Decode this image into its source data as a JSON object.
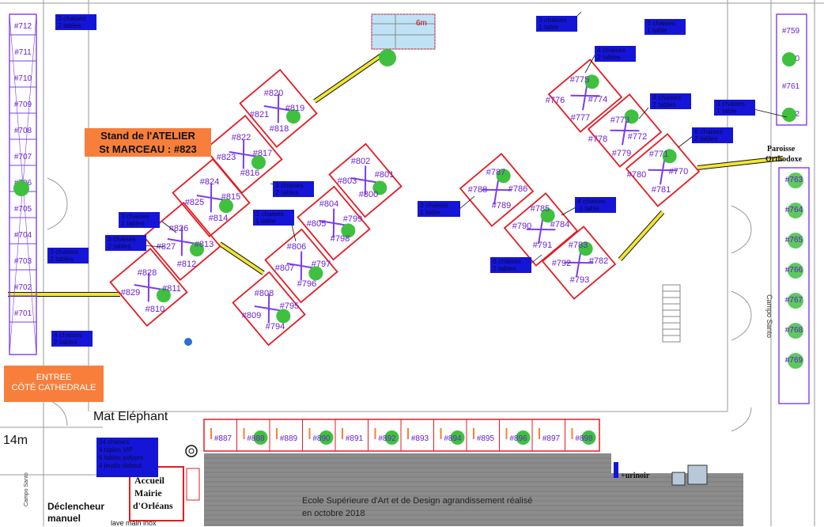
{
  "colors": {
    "stand_border": "#e41b23",
    "stand_number": "#6a1fd1",
    "note_box": "#1515d8",
    "orange_box": "#f77f3b",
    "walkway": "#f2e534",
    "tree": "#3fc13f"
  },
  "boxes": {
    "atelier": {
      "line1": "Stand de l'ATELIER",
      "line2": "St MARCEAU : #823"
    },
    "entree": {
      "line1": "ENTREE",
      "line2": "CÔTÉ CATHEDRALE"
    }
  },
  "labels": {
    "six_m": "6m",
    "fourteen_m": "14m",
    "mat": "Mat Eléphant",
    "declencheur": "Déclencheur",
    "manuel": "manuel",
    "urinoir": "+urinoir",
    "paroisse": "Paroisse",
    "orthodoxe": "Orthodoxe",
    "campo_santo": "Campo Santo",
    "accueil1": "Accueil",
    "accueil2": "Mairie",
    "accueil3": "d'Orléans",
    "lave": "lave main inox",
    "ecole1": "Ecole Supérieure d'Art et de Design agrandissement réalisé",
    "ecole2": "en  octobre 2018"
  },
  "notes": [
    {
      "text": "3 chaises\n2 tables"
    },
    {
      "text": "3 chaises\n1 table"
    },
    {
      "text": "3 chaises\n1 table"
    },
    {
      "text": "4 chaises\n2 tables"
    },
    {
      "text": "4 chaises\n2 tables"
    },
    {
      "text": "3 chaises\n1 table"
    },
    {
      "text": "6 chaises\n2 tables"
    },
    {
      "text": "3 chaises\n2 tables"
    },
    {
      "text": "3 chaises\n1 tables"
    },
    {
      "text": "3 chaises\n2 tables"
    },
    {
      "text": "3 chaises\n1 table"
    },
    {
      "text": "3 chaises\n1 table"
    },
    {
      "text": "4 chaises\n 1 table"
    },
    {
      "text": "6 chaises\n2 tables"
    },
    {
      "text": "3 chaises\n2 tables"
    },
    {
      "text": "4 chaises\n2 tables"
    },
    {
      "text": "34 chaises\n4 tapies VIP\n6 tables polypro\n4 jeudis debout"
    }
  ],
  "stands": {
    "row_left": [
      "#712",
      "#711",
      "#710",
      "#709",
      "#708",
      "#707",
      "#706",
      "#705",
      "#704",
      "#703",
      "#702",
      "#701"
    ],
    "row_right_top": [
      "#759",
      "#760",
      "#761",
      "#762"
    ],
    "row_right_bottom": [
      "#763",
      "#764",
      "#765",
      "#766",
      "#767",
      "#768",
      "#769"
    ],
    "bottom_row": [
      "#887",
      "#888",
      "#889",
      "#890",
      "#891",
      "#892",
      "#893",
      "#894",
      "#895",
      "#896",
      "#897",
      "#898"
    ],
    "cluster": [
      "#820",
      "#819",
      "#821",
      "#818",
      "#822",
      "#817",
      "#823",
      "#816",
      "#824",
      "#815",
      "#825",
      "#814",
      "#826",
      "#813",
      "#827",
      "#812",
      "#828",
      "#811",
      "#829",
      "#810",
      "#802",
      "#801",
      "#803",
      "#800",
      "#804",
      "#799",
      "#805",
      "#798",
      "#806",
      "#797",
      "#807",
      "#796",
      "#808",
      "#795",
      "#809",
      "#794",
      "#787",
      "#786",
      "#788",
      "#789",
      "#785",
      "#784",
      "#790",
      "#791",
      "#783",
      "#782",
      "#792",
      "#793",
      "#775",
      "#774",
      "#776",
      "#777",
      "#773",
      "#772",
      "#778",
      "#779",
      "#771",
      "#770",
      "#780",
      "#781"
    ]
  }
}
